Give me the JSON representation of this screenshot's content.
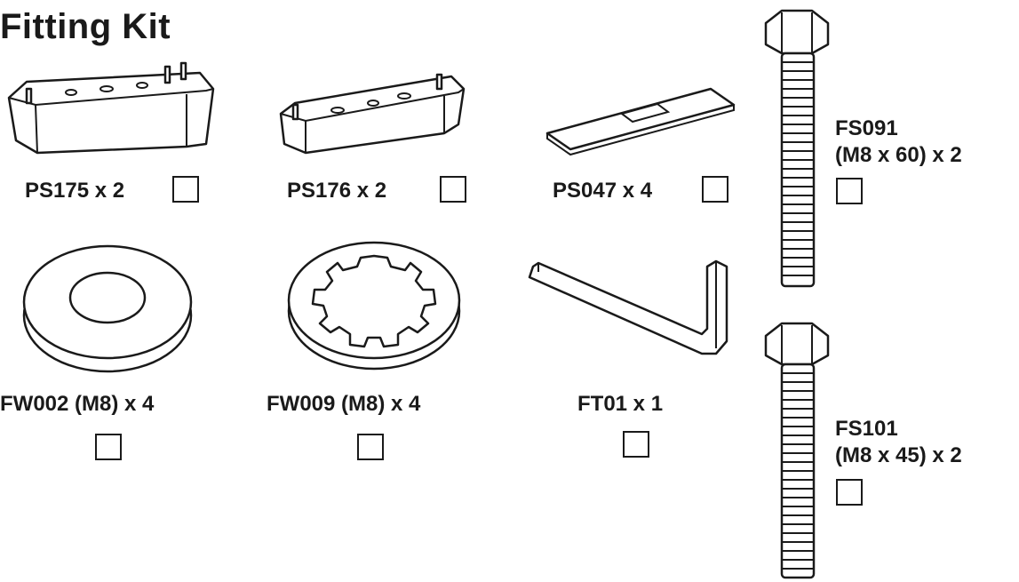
{
  "title": "Fitting Kit",
  "parts": [
    {
      "label": "PS175 x 2",
      "icon": "wedge-block-large"
    },
    {
      "label": "PS176 x 2",
      "icon": "wedge-block-small"
    },
    {
      "label": "PS047 x 4",
      "icon": "slotted-plate"
    },
    {
      "label": "FW002 (M8) x 4",
      "icon": "flat-washer"
    },
    {
      "label": "FW009 (M8) x 4",
      "icon": "lock-washer"
    },
    {
      "label": "FT01 x 1",
      "icon": "allen-key"
    },
    {
      "label_line1": "FS091",
      "label_line2": "(M8 x 60) x 2",
      "icon": "bolt-long"
    },
    {
      "label_line1": "FS101",
      "label_line2": "(M8 x 45) x 2",
      "icon": "bolt-short"
    }
  ]
}
